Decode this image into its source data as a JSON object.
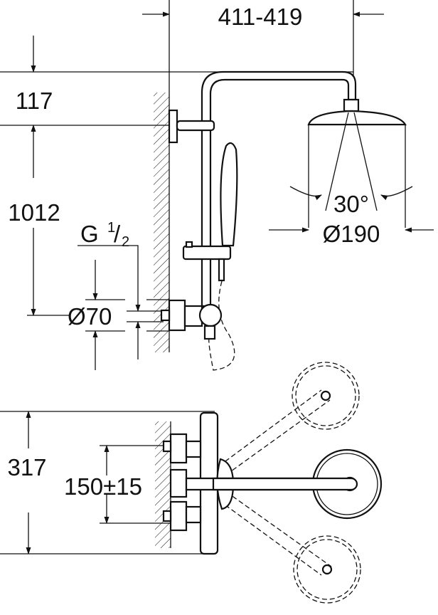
{
  "title": "Shower system dimension drawing",
  "dimensions": {
    "arm_projection": "411-419",
    "top_offset": "117",
    "height": "1012",
    "thread_g": "G",
    "thread_num": "1",
    "thread_den": "2",
    "flange_diameter": "Ø70",
    "spray_angle": "30°",
    "head_diameter": "Ø190",
    "body_height": "317",
    "inlet_centres": "150±15"
  }
}
